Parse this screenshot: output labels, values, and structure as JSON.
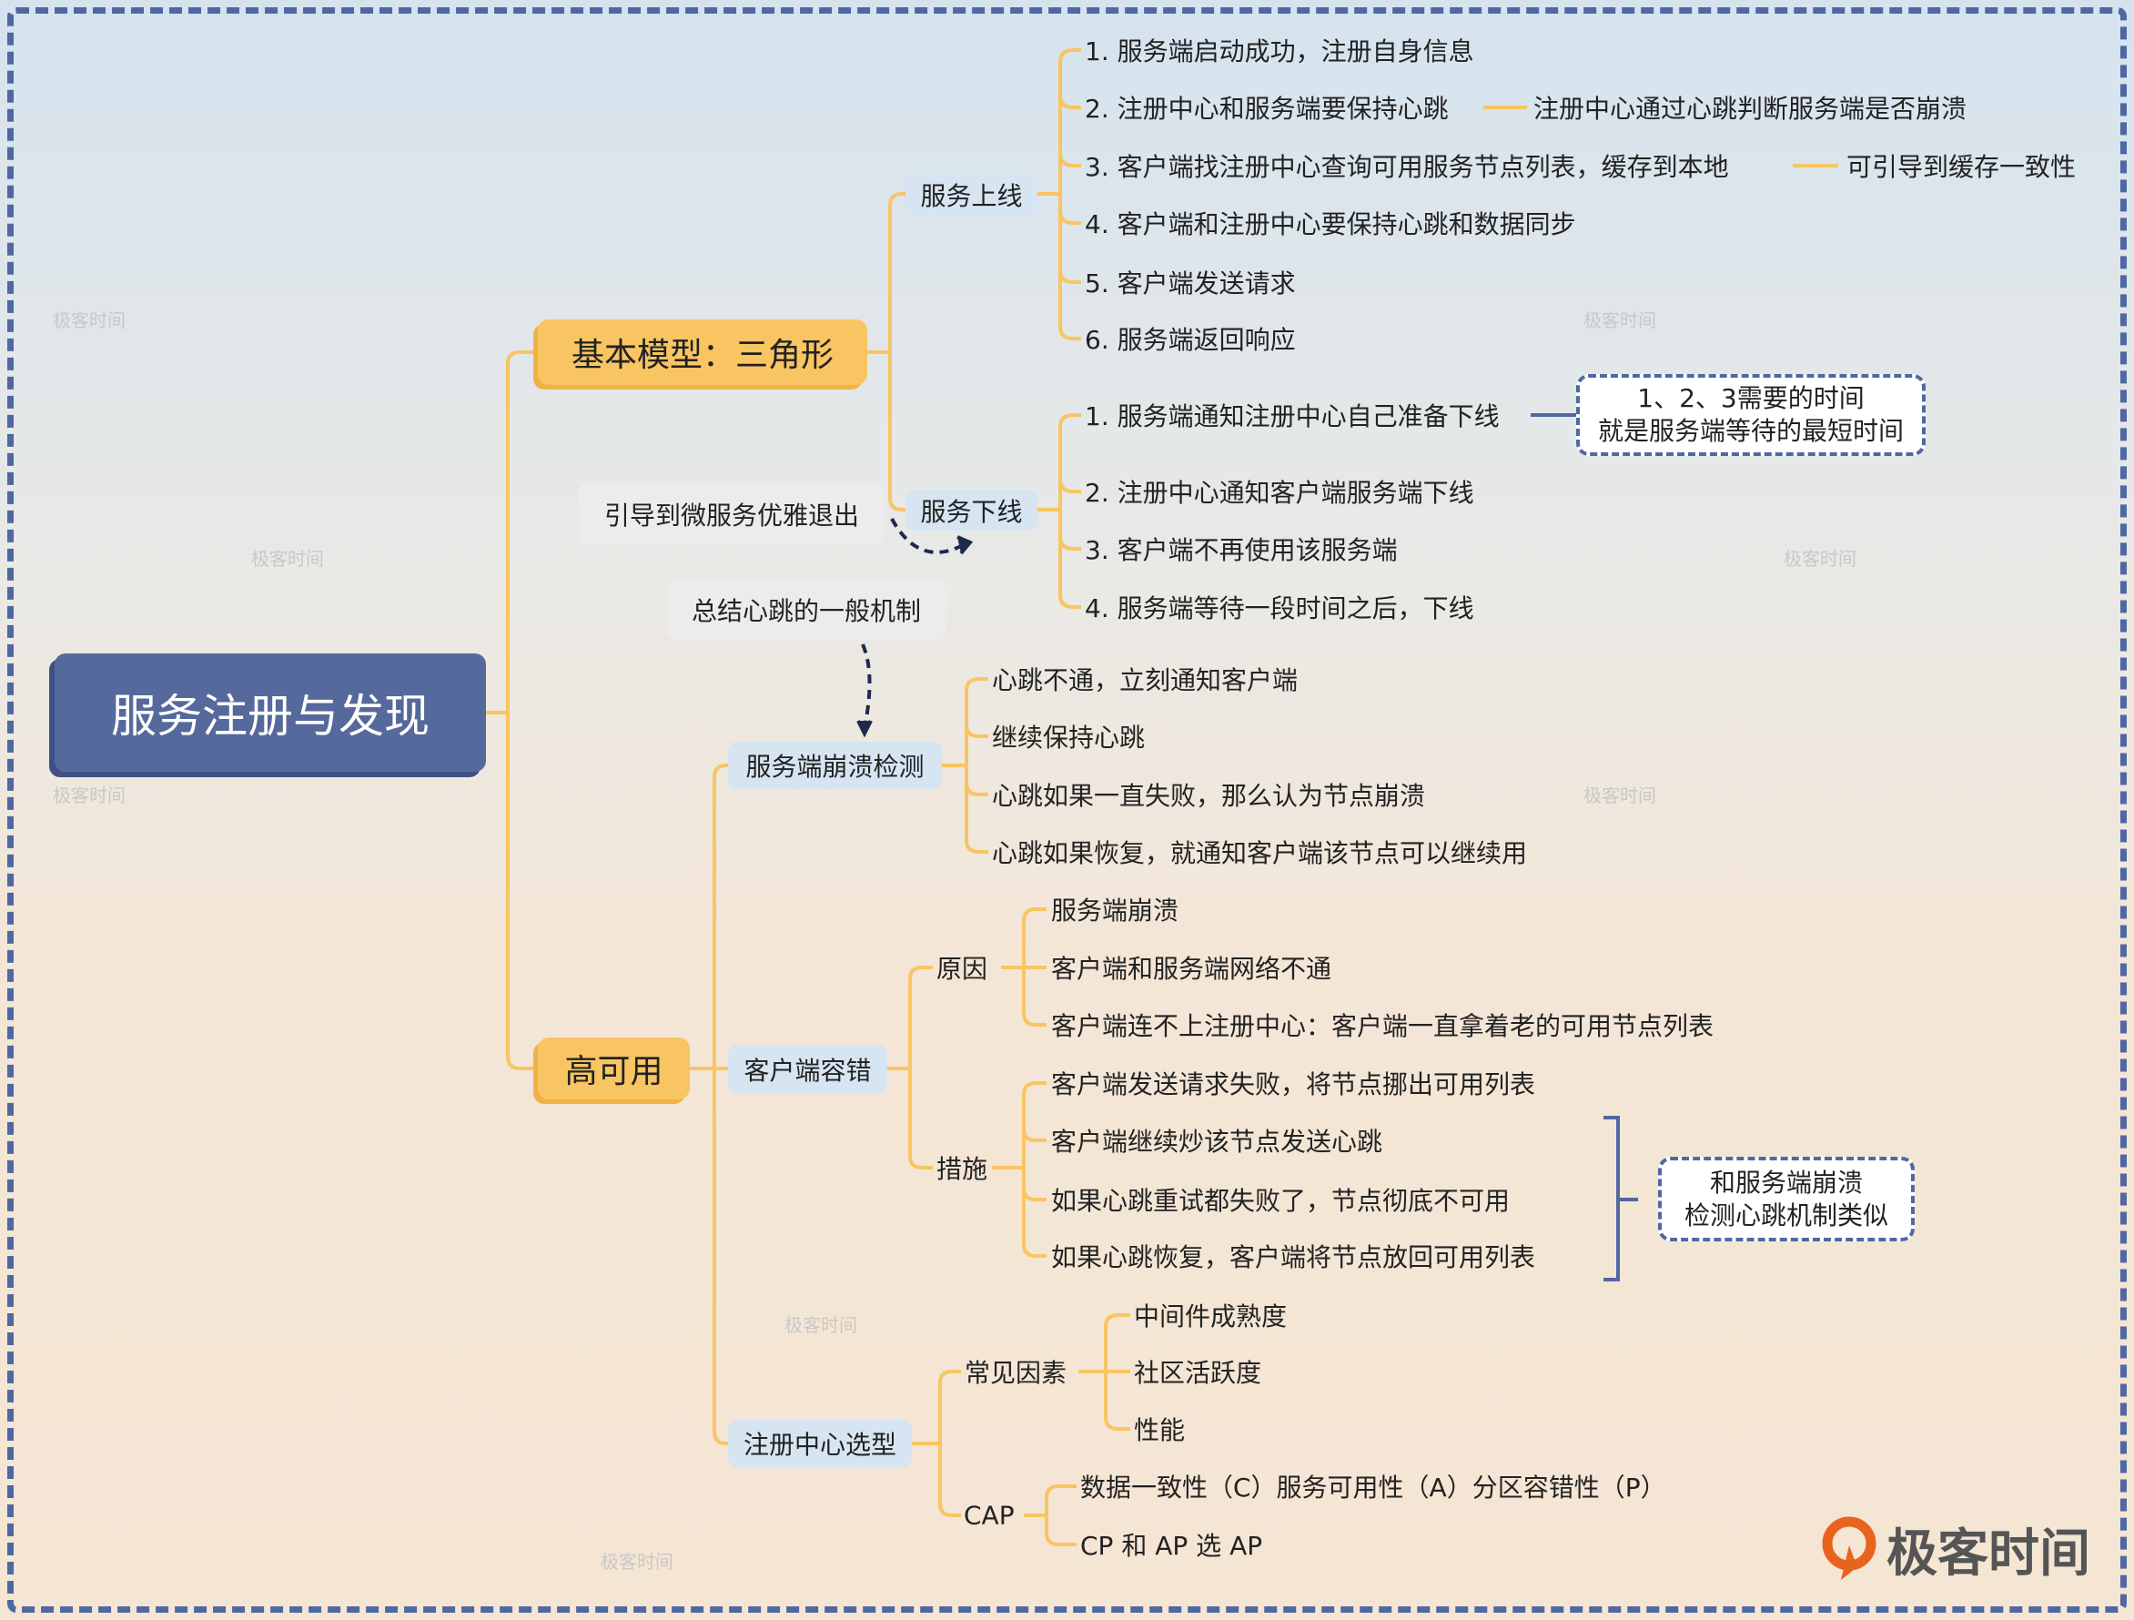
{
  "root": "服务注册与发现",
  "basic": {
    "label": "基本模型：三角形",
    "online": {
      "label": "服务上线",
      "items": [
        "1. 服务端启动成功，注册自身信息",
        "2. 注册中心和服务端要保持心跳",
        "3. 客户端找注册中心查询可用服务节点列表，缓存到本地",
        "4. 客户端和注册中心要保持心跳和数据同步",
        "5. 客户端发送请求",
        "6. 服务端返回响应"
      ],
      "note2": "注册中心通过心跳判断服务端是否崩溃",
      "note3": "可引导到缓存一致性"
    },
    "offline": {
      "label": "服务下线",
      "items": [
        "1. 服务端通知注册中心自己准备下线",
        "2. 注册中心通知客户端服务端下线",
        "3. 客户端不再使用该服务端",
        "4. 服务端等待一段时间之后，下线"
      ],
      "callout": [
        "1、2、3需要的时间",
        "就是服务端等待的最短时间"
      ]
    },
    "graceful_note": "引导到微服务优雅退出",
    "heartbeat_note": "总结心跳的一般机制"
  },
  "ha": {
    "label": "高可用",
    "crash": {
      "label": "服务端崩溃检测",
      "items": [
        "心跳不通，立刻通知客户端",
        "继续保持心跳",
        "心跳如果一直失败，那么认为节点崩溃",
        "心跳如果恢复，就通知客户端该节点可以继续用"
      ]
    },
    "fault": {
      "label": "客户端容错",
      "cause": {
        "label": "原因",
        "items": [
          "服务端崩溃",
          "客户端和服务端网络不通",
          "客户端连不上注册中心：客户端一直拿着老的可用节点列表"
        ]
      },
      "measure": {
        "label": "措施",
        "items": [
          "客户端发送请求失败，将节点挪出可用列表",
          "客户端继续炒该节点发送心跳",
          "如果心跳重试都失败了，节点彻底不可用",
          "如果心跳恢复，客户端将节点放回可用列表"
        ]
      },
      "callout": [
        "和服务端崩溃",
        "检测心跳机制类似"
      ]
    },
    "select": {
      "label": "注册中心选型",
      "factors": {
        "label": "常见因素",
        "items": [
          "中间件成熟度",
          "社区活跃度",
          "性能"
        ]
      },
      "cap": {
        "label": "CAP",
        "items": [
          "数据一致性（C）服务可用性（A）分区容错性（P）",
          "CP 和 AP 选 AP"
        ]
      }
    }
  },
  "watermark": "极客时间",
  "logo": "极客时间",
  "colors": {
    "branch": "#f8c562",
    "frame": "#4f68a3",
    "root": "#56699c",
    "logo": "#e8641e"
  }
}
